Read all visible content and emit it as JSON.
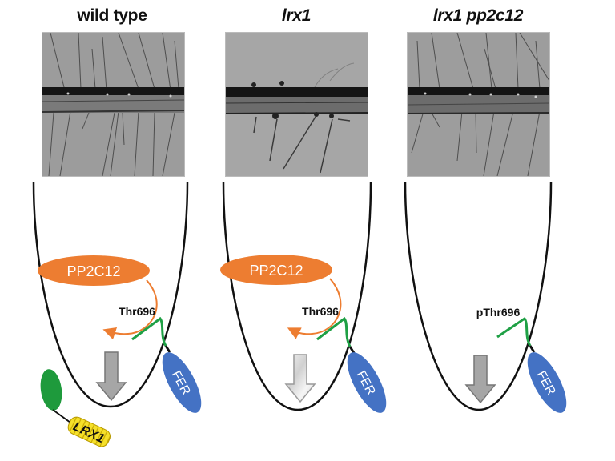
{
  "panels": [
    {
      "title": "wild type",
      "italic": false,
      "micrograph": "root-hair-micrograph-wild-type",
      "enzyme": "PP2C12",
      "site_label": "Thr696",
      "kinase": "FER",
      "extracellular": "LRX1",
      "arrow_style": "solid-gray"
    },
    {
      "title": "lrx1",
      "italic": true,
      "micrograph": "root-hair-micrograph-lrx1",
      "enzyme": "PP2C12",
      "site_label": "Thr696",
      "kinase": "FER",
      "arrow_style": "pale-gradient"
    },
    {
      "title": "lrx1 pp2c12",
      "italic": true,
      "micrograph": "root-hair-micrograph-lrx1-pp2c12",
      "site_label": "pThr696",
      "kinase": "FER",
      "arrow_style": "solid-gray"
    }
  ],
  "colors": {
    "enzyme_fill": "#ed7d31",
    "kinase_fill": "#4472c4",
    "linker_green": "#1fa045",
    "lrx1_head": "#1e9a3c",
    "lrx1_body": "#f5e02a",
    "arrow_gray": "#a6a6a6",
    "membrane": "#111111"
  }
}
